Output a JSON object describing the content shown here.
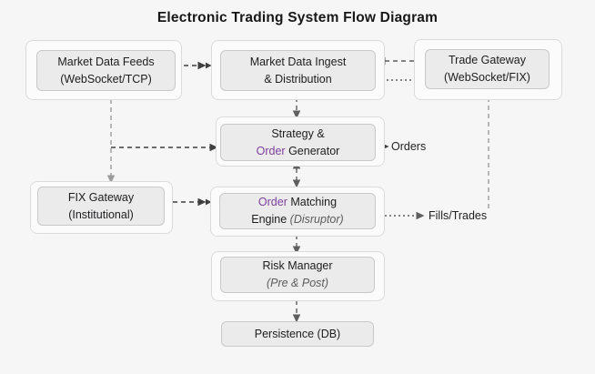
{
  "title": "Electronic Trading System Flow Diagram",
  "nodes": {
    "market_data_feeds": {
      "line1": "Market Data Feeds",
      "line2": "(WebSocket/TCP)"
    },
    "market_data_ingest": {
      "line1": "Market Data Ingest",
      "line2": "& Distribution"
    },
    "trade_gateway": {
      "line1": "Trade Gateway",
      "line2": "(WebSocket/FIX)"
    },
    "strategy_order_generator": {
      "line1": "Strategy &",
      "line2_accent": "Order",
      "line2_rest": " Generator"
    },
    "fix_gateway": {
      "line1": "FIX Gateway",
      "line2": "(Institutional)"
    },
    "order_matching_engine": {
      "line1_accent": "Order",
      "line1_rest": " Matching",
      "line2_prefix": "Engine ",
      "line2_italic": "(Disruptor)"
    },
    "risk_manager": {
      "line1": "Risk Manager",
      "line2_italic": "(Pre & Post)"
    },
    "persistence": {
      "line1": "Persistence (DB)"
    }
  },
  "edge_labels": {
    "orders": "Orders",
    "fills_trades": "Fills/Trades"
  },
  "colors": {
    "background": "#f6f6f6",
    "container_fill": "#fbfbfb",
    "container_border": "#dbdbdb",
    "box_fill": "#ebebeb",
    "box_border": "#c9c9c9",
    "text": "#1d1d1f",
    "muted": "#5c5c5c",
    "accent_purple": "#7d3f9f",
    "line_dark": "#3f3f3f",
    "line_mid": "#5f5f5f",
    "line_light": "#9c9c9c"
  }
}
